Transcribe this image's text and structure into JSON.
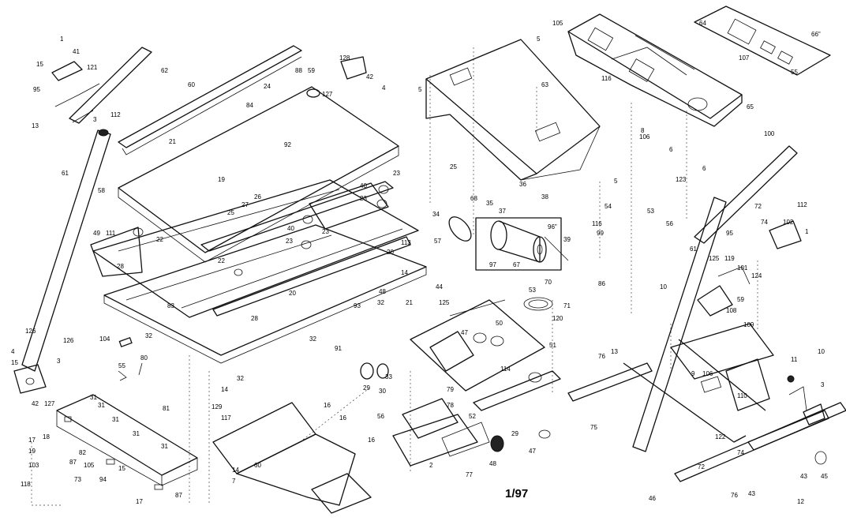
{
  "footer_text": "1/97",
  "callouts": {
    "c1": "1",
    "c15a": "15",
    "c41": "41",
    "c121a": "121",
    "c62": "62",
    "c95": "95",
    "c13a": "13",
    "c3a": "3",
    "c112a": "112",
    "c61a": "61",
    "c4a": "4",
    "c126a": "126",
    "c126b": "126",
    "c15b": "15",
    "c3b": "3",
    "c42a": "42",
    "c127a": "127",
    "c60": "60",
    "c84": "84",
    "c24a": "24",
    "c88": "88",
    "c59a": "59",
    "c128": "128",
    "c127b": "127",
    "c42b": "42",
    "c4b": "4",
    "c92": "92",
    "c21a": "21",
    "c58": "58",
    "c19a": "19",
    "c26": "26",
    "c27": "27",
    "c25a": "25",
    "c49a": "49",
    "c111": "111",
    "c22a": "22",
    "c28a": "28",
    "c22b": "22",
    "c23a": "23",
    "c40a": "40",
    "c23b": "23",
    "c40b": "40",
    "c23c": "23",
    "c23d": "23",
    "c20a": "20",
    "c20b": "20",
    "c83": "83",
    "c93": "93",
    "c32a": "32",
    "c28b": "28",
    "c104": "104",
    "c32b": "32",
    "c32c": "32",
    "c32d": "32",
    "c55": "55",
    "c60b": "60",
    "c14a": "14",
    "c129": "129",
    "c117": "117",
    "c31a": "31",
    "c81": "81",
    "c31b": "31",
    "c31c": "31",
    "c31d": "31",
    "c31e": "31",
    "c17a": "17",
    "c18": "18",
    "c19b": "19",
    "c82": "82",
    "c87a": "87",
    "c103": "103",
    "c105a": "105",
    "c94": "94",
    "c118": "118",
    "c73": "73",
    "c15c": "15",
    "c17b": "17",
    "c87b": "87",
    "c80": "80",
    "c14b": "14",
    "c7": "7",
    "c105b": "105",
    "c5a": "5",
    "c5b": "5",
    "c63": "63",
    "c116": "116",
    "c64": "64",
    "c107": "107",
    "c66": "66\"",
    "c65": "65",
    "c55b": "55",
    "c106": "106",
    "c6a": "6",
    "c6b": "6",
    "c100": "100",
    "c123": "123",
    "c54": "54",
    "c53a": "53",
    "c99": "99",
    "c116b": "116",
    "c56": "56",
    "c5c": "5",
    "c112b": "112",
    "c72a": "72",
    "c74a": "74",
    "c95b": "95",
    "c102": "102",
    "c1b": "1",
    "c61b": "61",
    "c125a": "125",
    "c119": "119",
    "c101": "101",
    "c124": "124",
    "c59b": "59",
    "c108": "108",
    "c109": "109",
    "c10a": "10",
    "c86": "86",
    "c25b": "25",
    "c35": "35",
    "c37": "37",
    "c36": "36",
    "c38": "38",
    "c68": "68",
    "c96": "96\"",
    "c39": "39",
    "c97": "97",
    "c67": "67",
    "c34": "34",
    "c57": "57",
    "c113": "113",
    "c14c": "14",
    "c44a": "44",
    "c21b": "21",
    "c48": "48",
    "c125b": "125",
    "c53b": "53",
    "c70": "70",
    "c71": "71",
    "c120": "120",
    "c51": "51",
    "c50": "50",
    "c47a": "47",
    "c91": "91",
    "c29a": "29",
    "c30": "30",
    "c33": "33",
    "c114": "114",
    "c79": "79",
    "c78": "78",
    "c52": "52",
    "c56b": "56",
    "c48b": "48",
    "c77": "77",
    "c2": "2",
    "c16a": "16",
    "c16b": "16",
    "c16c": "16",
    "c29b": "29",
    "c47b": "47",
    "c75": "75",
    "c76a": "76",
    "c13b": "13",
    "c9": "9",
    "c106b": "106",
    "c110": "110",
    "c122": "122",
    "c74b": "74",
    "c72b": "72",
    "c11": "11",
    "c3c": "3",
    "c10b": "10",
    "c76b": "76",
    "c43a": "43",
    "c43b": "43",
    "c45": "45",
    "c46": "46",
    "c12": "12",
    "c8": "8"
  }
}
